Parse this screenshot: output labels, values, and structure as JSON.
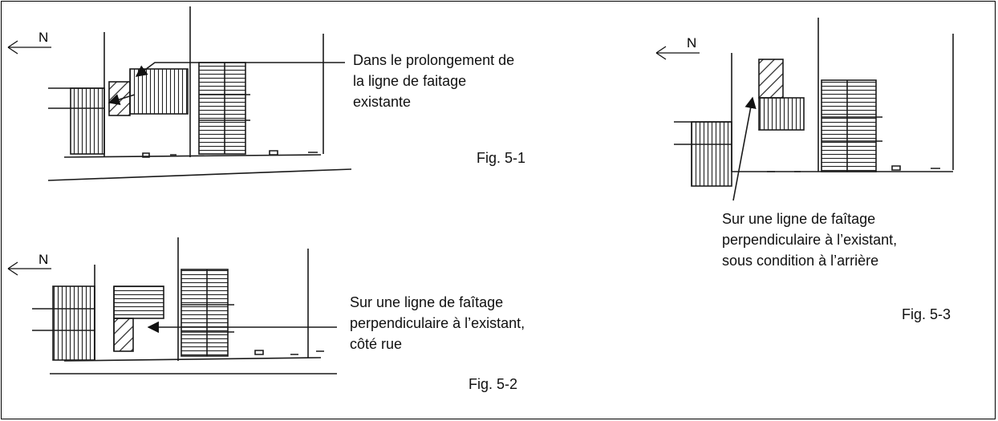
{
  "north_label": "N",
  "annotations": {
    "fig1": {
      "lines": [
        "Dans le prolongement de",
        "la ligne de faitage",
        "existante"
      ],
      "caption": "Fig. 5-1"
    },
    "fig2": {
      "lines": [
        "Sur une ligne de faîtage",
        "perpendiculaire à l’existant,",
        "côté rue"
      ],
      "caption": "Fig. 5-2"
    },
    "fig3": {
      "lines": [
        "Sur une ligne de faîtage",
        "perpendiculaire à l’existant,",
        "sous condition à l’arrière"
      ],
      "caption": "Fig. 5-3"
    }
  },
  "colors": {
    "ink": "#1a1a1a",
    "frame": "#000000"
  }
}
